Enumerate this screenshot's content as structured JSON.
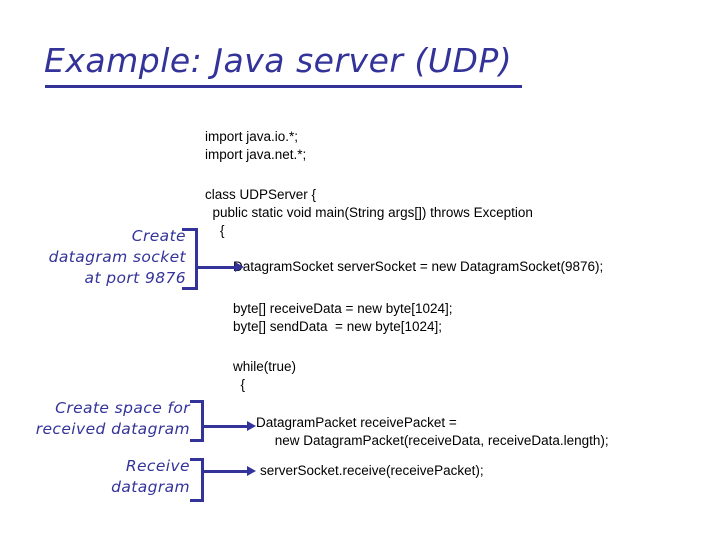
{
  "slide": {
    "title": "Example: Java server (UDP)",
    "accent_color": "#333399",
    "code_color": "#000000",
    "background_color": "#ffffff"
  },
  "code": {
    "imports": "import java.io.*;\nimport java.net.*;",
    "class_header": "class UDPServer {\n  public static void main(String args[]) throws Exception\n    {",
    "socket_decl": "DatagramSocket serverSocket = new DatagramSocket(9876);",
    "buffers": "byte[] receiveData = new byte[1024];\nbyte[] sendData  = new byte[1024];",
    "while_loop": "while(true)\n  {",
    "packet_decl": "DatagramPacket receivePacket =\n     new DatagramPacket(receiveData, receiveData.length);",
    "receive_call": "serverSocket.receive(receivePacket);"
  },
  "annotations": [
    {
      "id": "create-socket",
      "text": "Create\ndatagram socket\nat port 9876"
    },
    {
      "id": "create-space",
      "text": "Create space for\nreceived datagram"
    },
    {
      "id": "receive-datagram",
      "text": "Receive\ndatagram"
    }
  ]
}
